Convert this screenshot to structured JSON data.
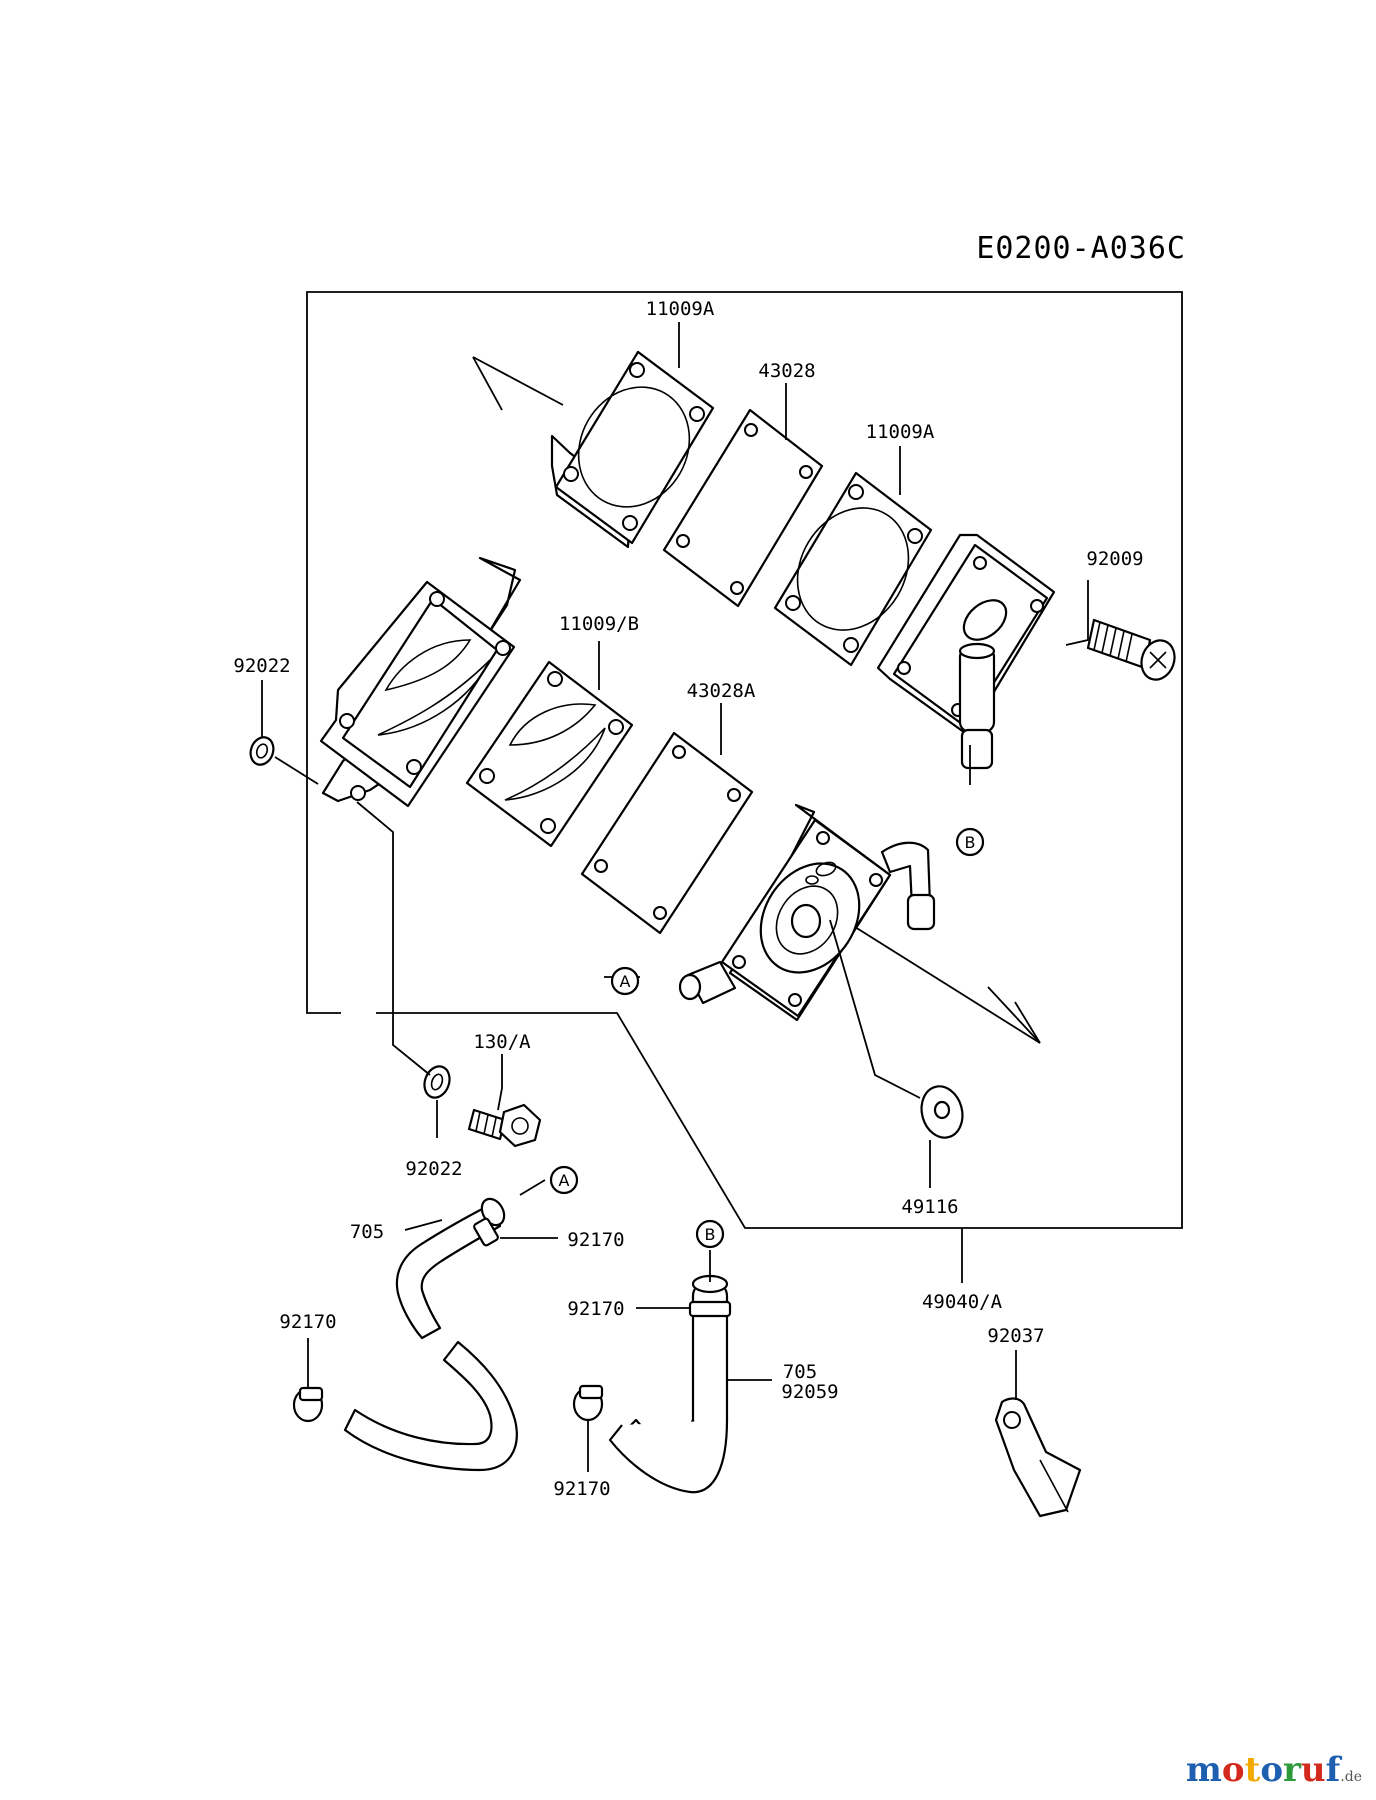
{
  "diagram_code": "E0200-A036C",
  "callouts": {
    "gasket_top": "11009A",
    "diaphragm_top": "43028",
    "gasket_mid": "11009A",
    "screw": "92009",
    "gasket_lower": "11009/B",
    "diaphragm_lower": "43028A",
    "washer_left": "92022",
    "bolt": "130/A",
    "washer_bottom": "92022",
    "valve": "49116",
    "pump_assy": "49040/A",
    "hose_a": "705",
    "clamp_a": "92170",
    "clamp_left": "92170",
    "clamp_b": "92170",
    "hose_b_1": "705",
    "hose_b_2": "92059",
    "clamp_b_loose": "92170",
    "bracket": "92037"
  },
  "connectors": {
    "a": "A",
    "b": "B"
  },
  "watermark": {
    "letters": [
      "m",
      "o",
      "t",
      "o",
      "r",
      "u",
      "f"
    ],
    "colors": [
      "#1f5fb0",
      "#d42a1e",
      "#f2a900",
      "#1f5fb0",
      "#2e9a3a",
      "#d42a1e",
      "#1f5fb0"
    ],
    "suffix": ".de"
  }
}
